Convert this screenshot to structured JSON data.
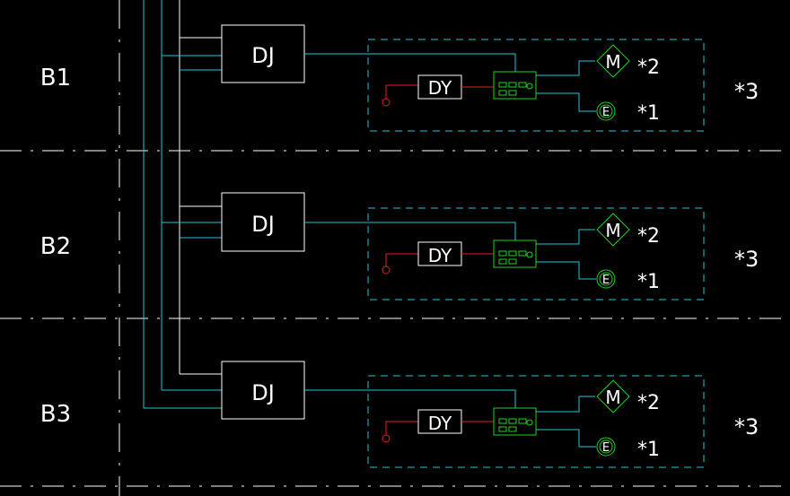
{
  "rows": [
    {
      "zone": "B1",
      "dj": "DJ",
      "dy": "DY",
      "motor": "M",
      "motor_note": "*2",
      "earth": "E",
      "earth_note": "*1",
      "group_note": "*3"
    },
    {
      "zone": "B2",
      "dj": "DJ",
      "dy": "DY",
      "motor": "M",
      "motor_note": "*2",
      "earth": "E",
      "earth_note": "*1",
      "group_note": "*3"
    },
    {
      "zone": "B3",
      "dj": "DJ",
      "dy": "DY",
      "motor": "M",
      "motor_note": "*2",
      "earth": "E",
      "earth_note": "*1",
      "group_note": "*3"
    }
  ],
  "colors": {
    "background": "#000000",
    "frame": "#ffffff",
    "wire": "#22c7d6",
    "device": "#1fd31f",
    "power": "#e02020"
  }
}
